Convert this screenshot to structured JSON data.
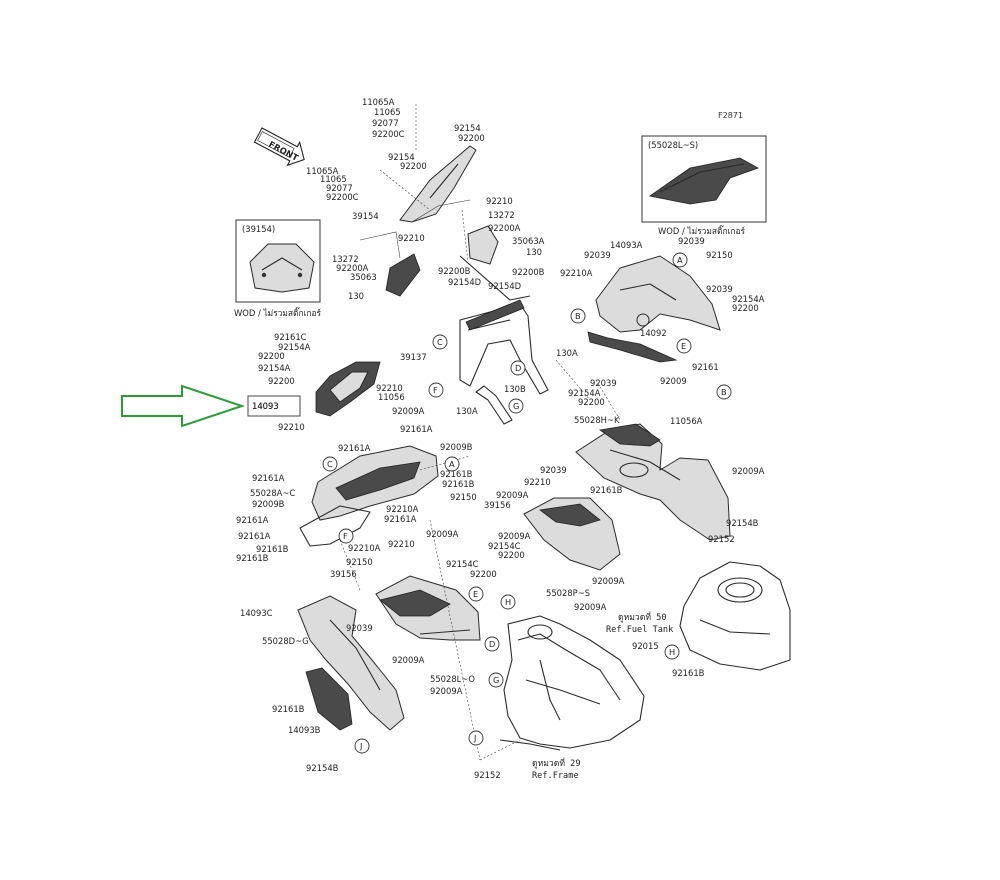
{
  "diagram": {
    "code": "F2871",
    "front_label": "FRONT",
    "highlight_color": "#2e9b3a",
    "highlight_part": "14093",
    "callouts": [
      "A",
      "B",
      "C",
      "D",
      "E",
      "F",
      "G",
      "H",
      "J"
    ],
    "insets": [
      {
        "code": "(39154)",
        "note": "WOD / ไม่รวมสติ๊กเกอร์"
      },
      {
        "code": "(55028L~S)",
        "note": "WOD / ไม่รวมสติ๊กเกอร์"
      }
    ],
    "refs": [
      {
        "th": "ดูหมวดที่ 50",
        "en": "Ref.Fuel Tank"
      },
      {
        "th": "ดูหมวดที่ 29",
        "en": "Ref.Frame"
      }
    ],
    "labels": [
      "11065A",
      "11065",
      "92077",
      "92200C",
      "92154",
      "92200",
      "11065A",
      "11065",
      "92077",
      "92200C",
      "92154",
      "92200",
      "92210",
      "13272",
      "92200A",
      "35063A",
      "130",
      "92200B",
      "92154D",
      "39154",
      "92210",
      "13272",
      "92200A",
      "35063",
      "130",
      "92200B",
      "92154D",
      "92039",
      "14093A",
      "92039",
      "92150",
      "92210A",
      "92039",
      "92154A",
      "92200",
      "14092",
      "39137",
      "130A",
      "92039",
      "92154A",
      "92200",
      "92009",
      "92161",
      "11056A",
      "55028H~K",
      "130B",
      "130A",
      "92161C",
      "92154A",
      "92200",
      "92154A",
      "92200",
      "92210",
      "11056",
      "14093",
      "92009A",
      "92210",
      "92161A",
      "92161A",
      "92009B",
      "92161B",
      "92161B",
      "92150",
      "92161A",
      "55028A~C",
      "92009B",
      "92210A",
      "92161A",
      "92161A",
      "92161A",
      "92161B",
      "92210A",
      "92161B",
      "92150",
      "92210",
      "92009A",
      "39156",
      "92154C",
      "92200",
      "92039",
      "92210",
      "92009A",
      "39156",
      "92009A",
      "92154C",
      "92200",
      "92009A",
      "55028P~S",
      "92161B",
      "92009A",
      "92154B",
      "92152",
      "14093C",
      "55028D~G",
      "92039",
      "92009A",
      "55028L~O",
      "92009A",
      "92009A",
      "92015",
      "92161B",
      "92161B",
      "14093B",
      "92154B",
      "92152",
      "92161B"
    ]
  }
}
